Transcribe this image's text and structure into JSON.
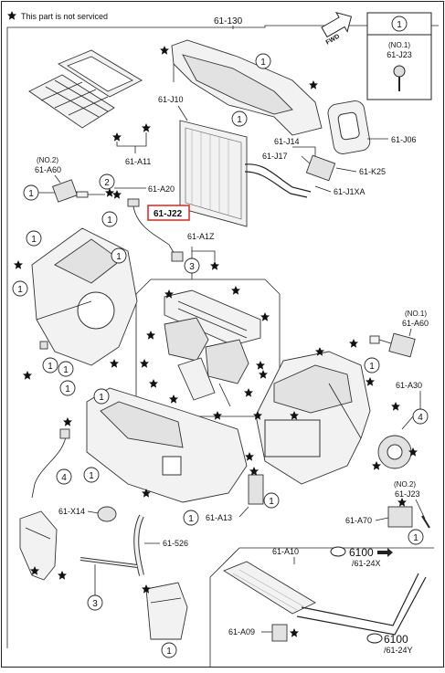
{
  "legend_text": "This part is not serviced",
  "fwd_label": "FWD",
  "labels": {
    "p61_130": "61-130",
    "p61_J10": "61-J10",
    "p61_J06": "61-J06",
    "p61_J14": "61-J14",
    "p61_J17": "61-J17",
    "p61_K25": "61-K25",
    "p61_J1XA": "61-J1XA",
    "p61_A11": "61-A11",
    "no2_a": "(NO.2)",
    "p61_A60_left": "61-A60",
    "p61_A20": "61-A20",
    "p61_J22": "61-J22",
    "p61_A1Z": "61-A1Z",
    "no1_a60": "(NO.1)",
    "p61_A60_right": "61-A60",
    "p61_A30": "61-A30",
    "no2_j23": "(NO.2)",
    "p61_J23_right": "61-J23",
    "p61_A70": "61-A70",
    "p61_X14": "61-X14",
    "p61_A13": "61-A13",
    "p61_526": "61-526",
    "p61_A10": "61-A10",
    "p6100_a": "6100",
    "p6124X": "/61-24X",
    "p61_A09": "61-A09",
    "p6100_b": "6100",
    "p6124Y": "/61-24Y"
  },
  "inset": {
    "ref": "1",
    "no": "(NO.1)",
    "part": "61-J23"
  },
  "callouts": {
    "one": "1",
    "two": "2",
    "three": "3",
    "four": "4"
  }
}
